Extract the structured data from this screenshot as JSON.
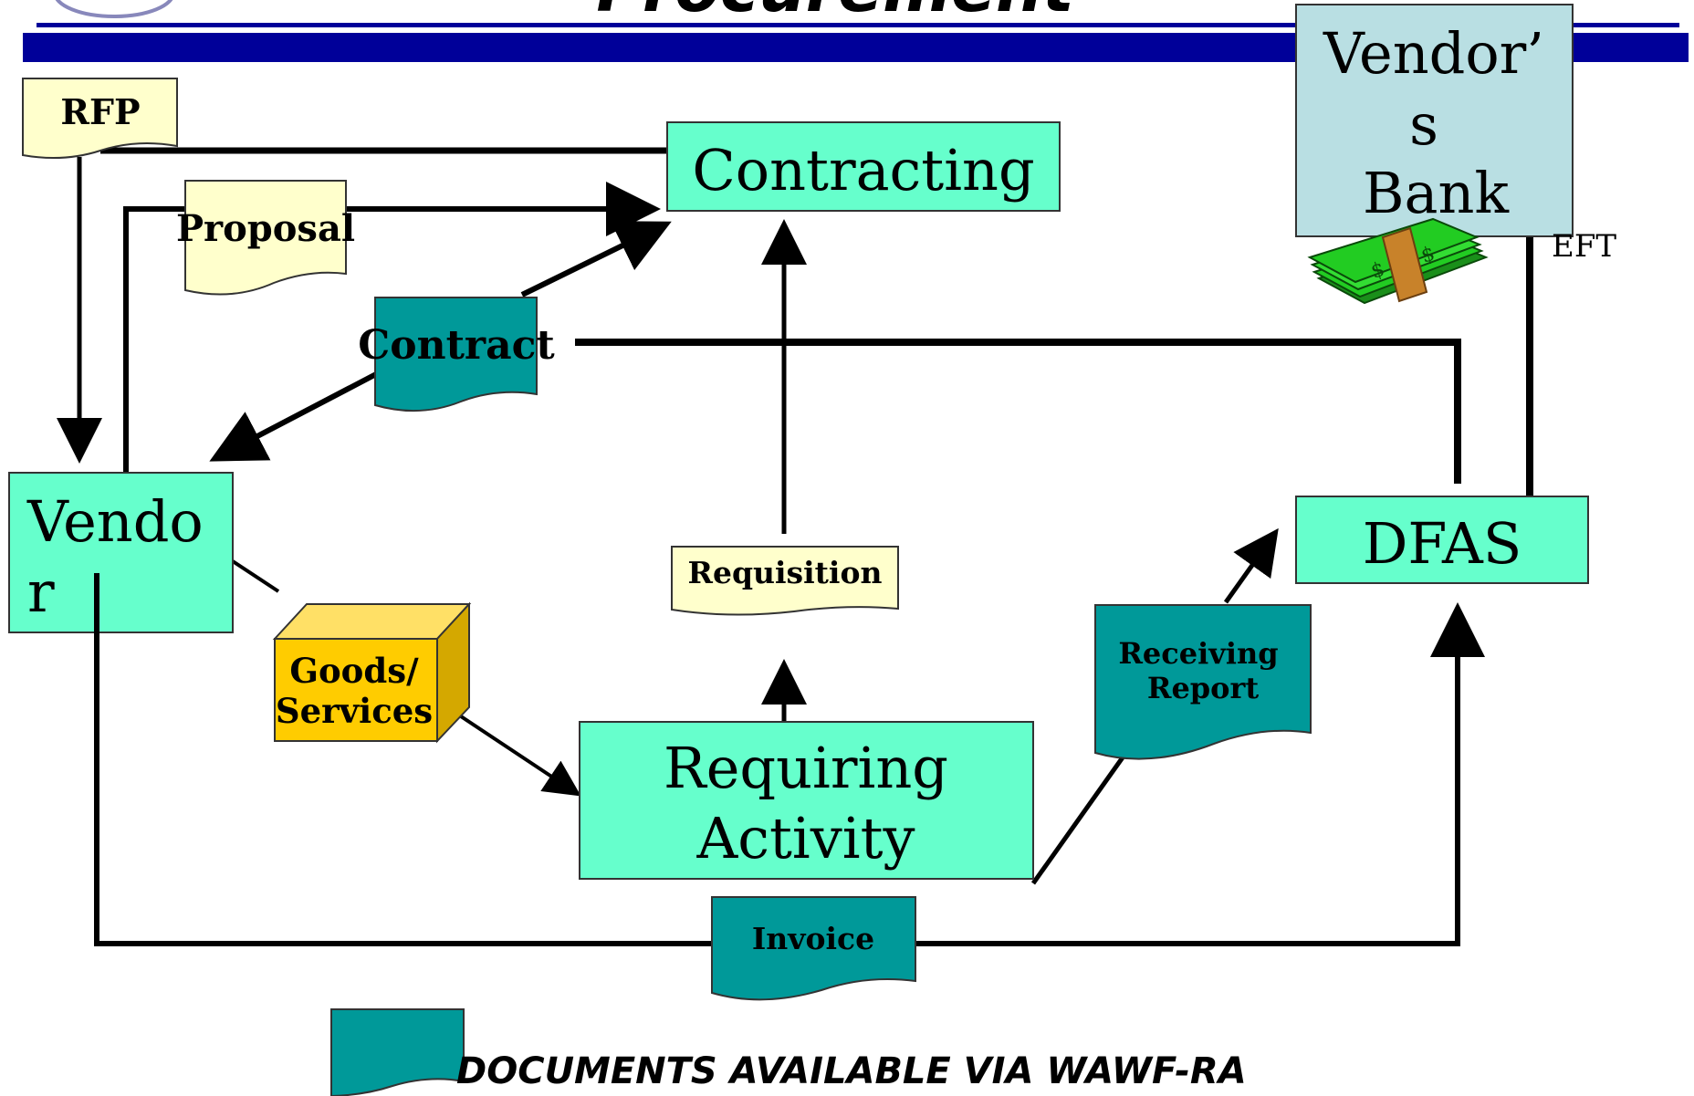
{
  "header": {
    "title_fragment": "Procurement"
  },
  "boxes": {
    "contracting": "Contracting",
    "vendor_line1": "Vendo",
    "vendor_line2": "r",
    "requiring_line1": "Requiring",
    "requiring_line2": "Activity",
    "dfas": "DFAS",
    "bank_line1": "Vendor’",
    "bank_line2": "s",
    "bank_line3": "Bank"
  },
  "documents": {
    "rfp": "RFP",
    "proposal": "Proposal",
    "contract": "Contract",
    "requisition": "Requisition",
    "receiving_line1": "Receiving",
    "receiving_line2": "Report",
    "invoice": "Invoice",
    "goods_line1": "Goods/",
    "goods_line2": "Services"
  },
  "labels": {
    "eft": "EFT",
    "legend": "DOCUMENTS AVAILABLE VIA WAWF-RA"
  },
  "colors": {
    "header_bar": "#000099",
    "box_fill": "#66ffcc",
    "bank_fill": "#b9dfe3",
    "teal_doc": "#009999",
    "light_doc": "#ffffcc",
    "goods_fill": "#ffcc00",
    "money_green": "#22cc22"
  }
}
